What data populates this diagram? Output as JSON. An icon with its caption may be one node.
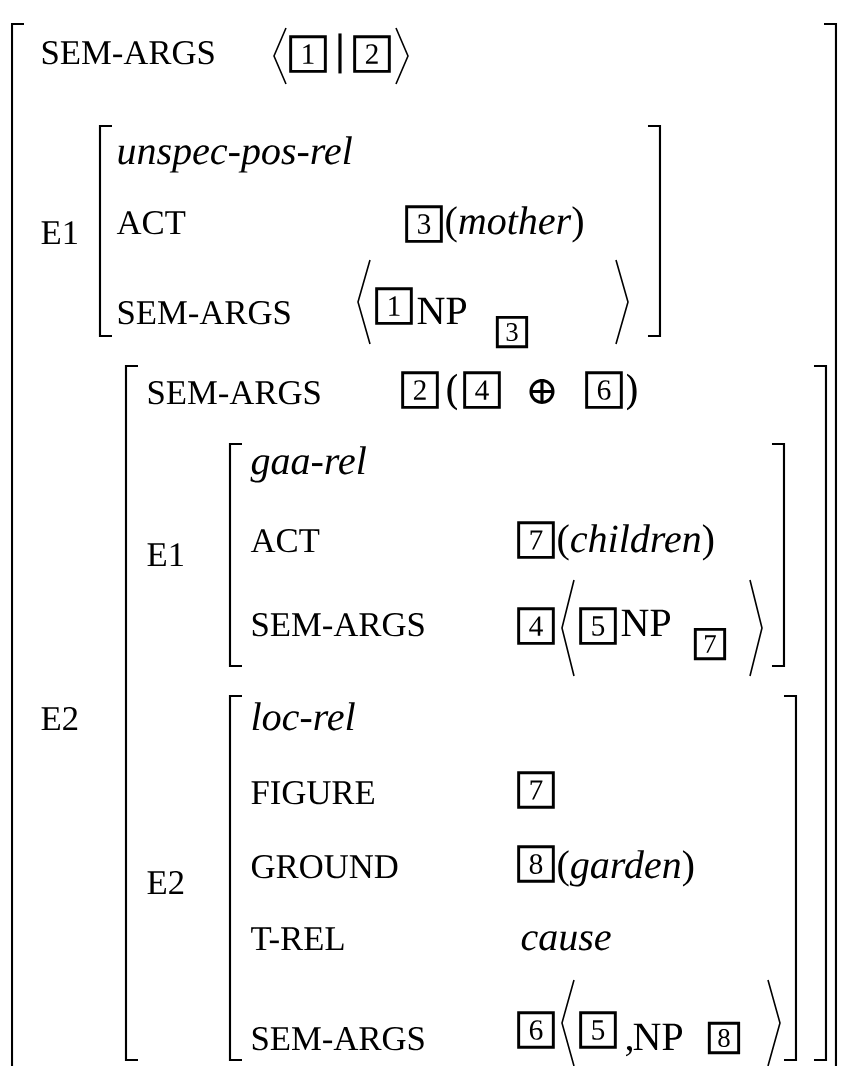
{
  "diagram": {
    "nodes": [
      {
        "text": [
          "SEM-ARGS",
          "|",
          "E1",
          "E2"
        ]
      },
      {
        "text": [
          "1"
        ],
        "in": 0
      },
      {
        "text": [
          "2"
        ],
        "in": 0
      },
      {
        "text": [
          "unspec-pos-rel",
          "ACT",
          "(*mother*)",
          "SEM-ARGS",
          "NP"
        ],
        "in": 0
      },
      {
        "text": [
          "3"
        ],
        "in": 3
      },
      {
        "text": [
          "1"
        ],
        "in": 3
      },
      {
        "text": [
          "3"
        ],
        "in": 3
      },
      {
        "text": [
          "SEM-ARGS",
          "(",
          "⊕",
          ")",
          "E1",
          "E2"
        ],
        "in": 0
      },
      {
        "text": [
          "2"
        ],
        "in": 7
      },
      {
        "text": [
          "4"
        ],
        "in": 7
      },
      {
        "text": [
          "6"
        ],
        "in": 7
      },
      {
        "text": [
          "gaa-rel",
          "ACT",
          "(*children*)",
          "SEM-ARGS",
          "NP"
        ],
        "in": 7
      },
      {
        "text": [
          "7"
        ],
        "in": 11
      },
      {
        "text": [
          "4"
        ],
        "in": 11
      },
      {
        "text": [
          "5"
        ],
        "in": 11
      },
      {
        "text": [
          "7"
        ],
        "in": 11
      },
      {
        "text": [
          "loc-rel",
          "FIGURE",
          "GROUND",
          "(*garden*)",
          "T-REL",
          "cause",
          "SEM-ARGS",
          ",",
          "NP"
        ],
        "in": 7
      },
      {
        "text": [
          "7"
        ],
        "in": 16
      },
      {
        "text": [
          "8"
        ],
        "in": 16
      },
      {
        "text": [
          "6"
        ],
        "in": 16
      },
      {
        "text": [
          "5"
        ],
        "in": 16
      },
      {
        "text": [
          "8"
        ],
        "in": 16
      }
    ]
  }
}
